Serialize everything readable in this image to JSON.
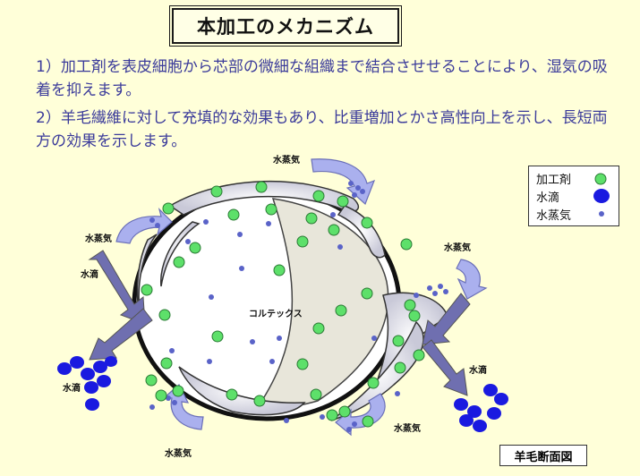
{
  "title": "本加工のメカニズム",
  "paragraphs": [
    "1）加工剤を表皮細胞から芯部の微細な組織まで結合させせることにより、湿気の吸着を抑えます。",
    "2）羊毛繊維に対して充填的な効果もあり、比重増加とかさ高性向上を示し、長短両方の効果を示します。"
  ],
  "diagram": {
    "cortex_label": "コルテックス",
    "vapor_label": "水蒸気",
    "drop_label": "水滴",
    "caption": "羊毛断面図"
  },
  "legend": {
    "agent": "加工剤",
    "drop": "水滴",
    "vapor": "水蒸気"
  },
  "colors": {
    "agent": "#5de06a",
    "drop": "#1a1ae0",
    "vapor": "#5a63c8",
    "arrow_drop": "#6f6fb0",
    "arrow_vapor": "#aab0ee",
    "cortex": "#e8e6da",
    "text_blue": "#3a3a9a"
  }
}
